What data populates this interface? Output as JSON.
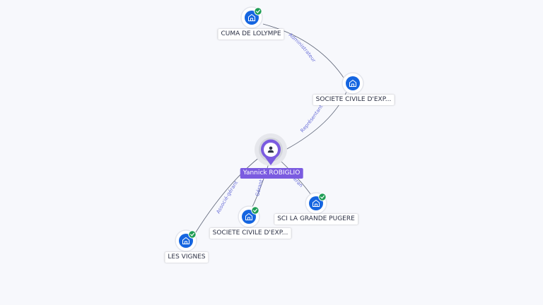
{
  "colors": {
    "company_icon": "#1565e0",
    "check_badge": "#1f9d55",
    "person_marker": "#7b5be0",
    "edge": "#5b6275",
    "edge_label": "#6a6fd8"
  },
  "person": {
    "name": "Yannick ROBIGLIO",
    "icon": "person-icon"
  },
  "companies": [
    {
      "id": "cuma",
      "label": "CUMA DE LOLYMPE",
      "icon": "building-icon",
      "verified": true
    },
    {
      "id": "sce1",
      "label": "SOCIETE CIVILE D'EXP...",
      "icon": "building-icon",
      "verified": false
    },
    {
      "id": "sce2",
      "label": "SOCIETE CIVILE D'EXP...",
      "icon": "building-icon",
      "verified": true
    },
    {
      "id": "sci",
      "label": "SCI LA GRANDE PUGERE",
      "icon": "building-icon",
      "verified": true
    },
    {
      "id": "vignes",
      "label": "LES VIGNES",
      "icon": "building-icon",
      "verified": true
    }
  ],
  "edges": [
    {
      "from": "sce1",
      "to": "cuma",
      "label": "Administrateur"
    },
    {
      "from": "person",
      "to": "sce1",
      "label": "Représentant"
    },
    {
      "from": "person",
      "to": "vignes",
      "label": "Associé-gérant"
    },
    {
      "from": "person",
      "to": "sce2",
      "label": "Gérant"
    },
    {
      "from": "person",
      "to": "sci",
      "label": "Gérant"
    }
  ]
}
